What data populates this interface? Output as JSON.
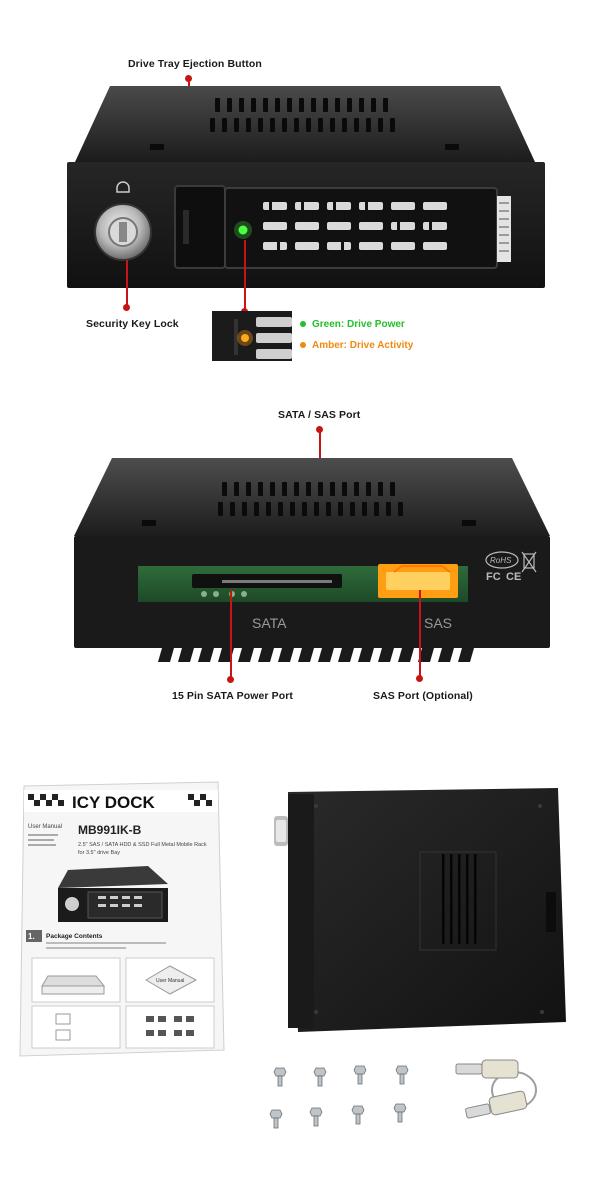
{
  "section1": {
    "callout_ejection": "Drive Tray Ejection Button",
    "callout_lock": "Security Key Lock",
    "legend_green": "Green: Drive Power",
    "legend_amber": "Amber: Drive Activity",
    "color_green": "#22c02a",
    "color_amber": "#f08a10"
  },
  "section2": {
    "callout_sata_sas": "SATA / SAS Port",
    "callout_power": "15 Pin SATA Power Port",
    "callout_sas_optional": "SAS Port (Optional)",
    "silk_sata": "SATA",
    "silk_sas": "SAS",
    "mark_rohs": "RoHS",
    "mark_fc": "FC",
    "mark_ce": "CE"
  },
  "section3": {
    "brand": "ICY DOCK",
    "manual_kicker": "User Manual",
    "model": "MB991IK-B",
    "subtitle_line1": "2.5\" SAS / SATA HDD & SSD Full Metal Mobile Rack",
    "subtitle_line2": "for 3.5\" drive Bay",
    "section_number": "1.",
    "package_contents": "Package Contents",
    "manual_thumb": "User Manual"
  },
  "accent": "#c81414"
}
